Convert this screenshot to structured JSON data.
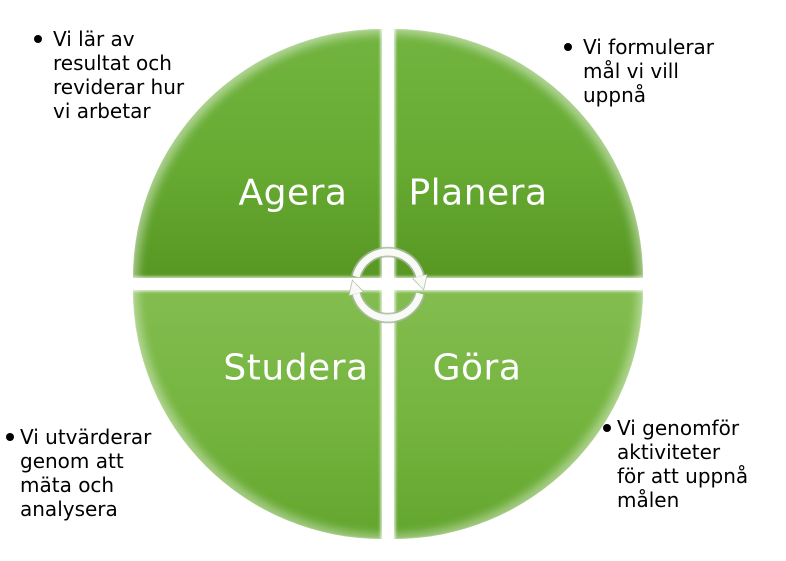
{
  "diagram": {
    "type": "cycle",
    "quadrants": [
      {
        "label": "Agera",
        "position": "top-left"
      },
      {
        "label": "Planera",
        "position": "top-right"
      },
      {
        "label": "Studera",
        "position": "bottom-left"
      },
      {
        "label": "Göra",
        "position": "bottom-right"
      }
    ],
    "notes": [
      {
        "position": "top-left",
        "text": "Vi lär av\nresultat och\nreviderar hur\nvi arbetar"
      },
      {
        "position": "top-right",
        "text": "Vi formulerar\nmål vi vill\nuppnå"
      },
      {
        "position": "bottom-left",
        "text": "Vi utvärderar\ngenom att\nmäta och\nanalysera"
      },
      {
        "position": "bottom-right",
        "text": "Vi genomför\naktiviteter\nför att uppnå\nmålen"
      }
    ],
    "colors": {
      "quadrant_top_start": "#72b43f",
      "quadrant_top_end": "#579722",
      "quadrant_bottom_start": "#83bd50",
      "quadrant_bottom_end": "#62a52d",
      "label_text": "#ffffff",
      "note_text": "#000000",
      "arrow": "#ffffff",
      "background": "#ffffff"
    }
  }
}
